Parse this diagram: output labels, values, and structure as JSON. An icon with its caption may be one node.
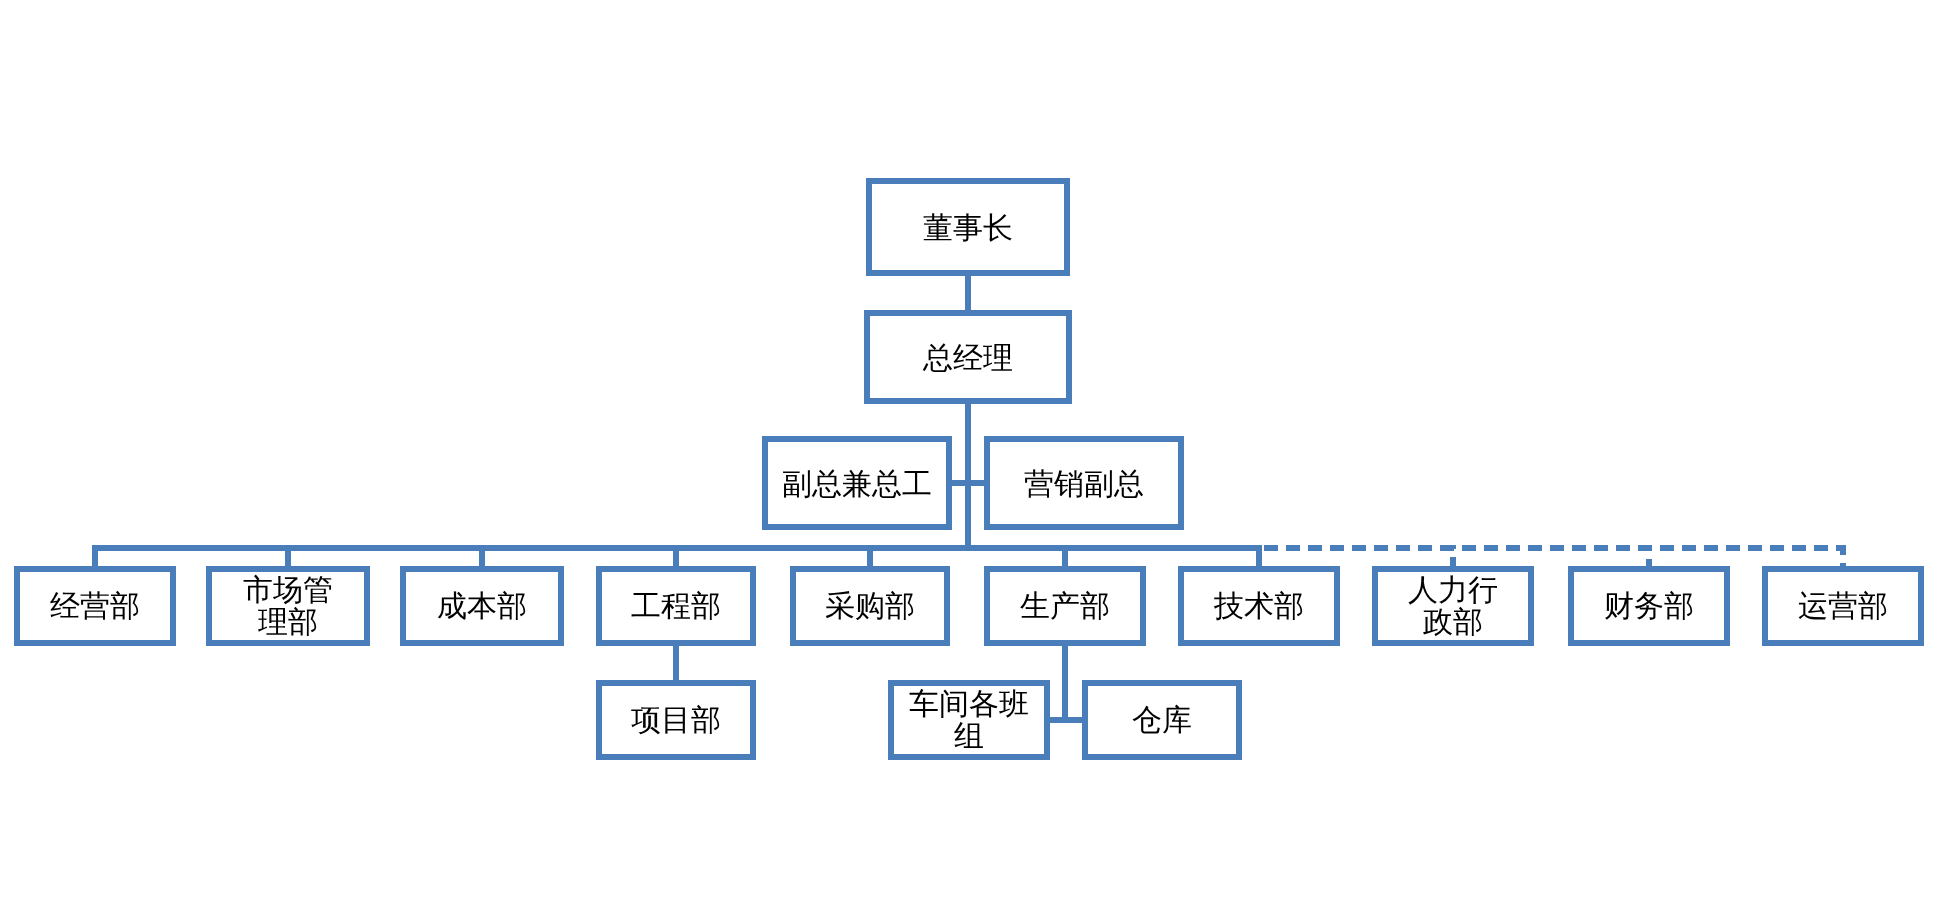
{
  "diagram": {
    "nodes": [
      {
        "text": [
          "董事长"
        ]
      },
      {
        "text": [
          "总经理"
        ]
      },
      {
        "text": [
          "副总兼总工"
        ]
      },
      {
        "text": [
          "营销副总"
        ]
      },
      {
        "text": [
          "经营部"
        ]
      },
      {
        "text": [
          "市场管理部"
        ]
      },
      {
        "text": [
          "成本部"
        ]
      },
      {
        "text": [
          "工程部"
        ]
      },
      {
        "text": [
          "采购部"
        ]
      },
      {
        "text": [
          "生产部"
        ]
      },
      {
        "text": [
          "技术部"
        ]
      },
      {
        "text": [
          "人力行政部"
        ]
      },
      {
        "text": [
          "财务部"
        ]
      },
      {
        "text": [
          "运营部"
        ]
      },
      {
        "text": [
          "项目部"
        ]
      },
      {
        "text": [
          "车间各班组"
        ]
      },
      {
        "text": [
          "仓库"
        ]
      }
    ],
    "edges": [
      {
        "from": 0,
        "to": 1,
        "arrow": "none"
      },
      {
        "from": 1,
        "to": 2,
        "arrow": "none"
      },
      {
        "from": 1,
        "to": 3,
        "arrow": "none"
      },
      {
        "from": 1,
        "to": 4,
        "arrow": "none"
      },
      {
        "from": 1,
        "to": 5,
        "arrow": "none"
      },
      {
        "from": 1,
        "to": 6,
        "arrow": "none"
      },
      {
        "from": 1,
        "to": 7,
        "arrow": "none"
      },
      {
        "from": 1,
        "to": 8,
        "arrow": "none"
      },
      {
        "from": 1,
        "to": 9,
        "arrow": "none"
      },
      {
        "from": 1,
        "to": 10,
        "arrow": "none"
      },
      {
        "from": 1,
        "to": 11,
        "arrow": "none",
        "style": "dashed"
      },
      {
        "from": 1,
        "to": 12,
        "arrow": "none",
        "style": "dashed"
      },
      {
        "from": 1,
        "to": 13,
        "arrow": "none",
        "style": "dashed"
      },
      {
        "from": 7,
        "to": 14,
        "arrow": "none"
      },
      {
        "from": 9,
        "to": 15,
        "arrow": "none"
      },
      {
        "from": 9,
        "to": 16,
        "arrow": "none"
      }
    ]
  }
}
